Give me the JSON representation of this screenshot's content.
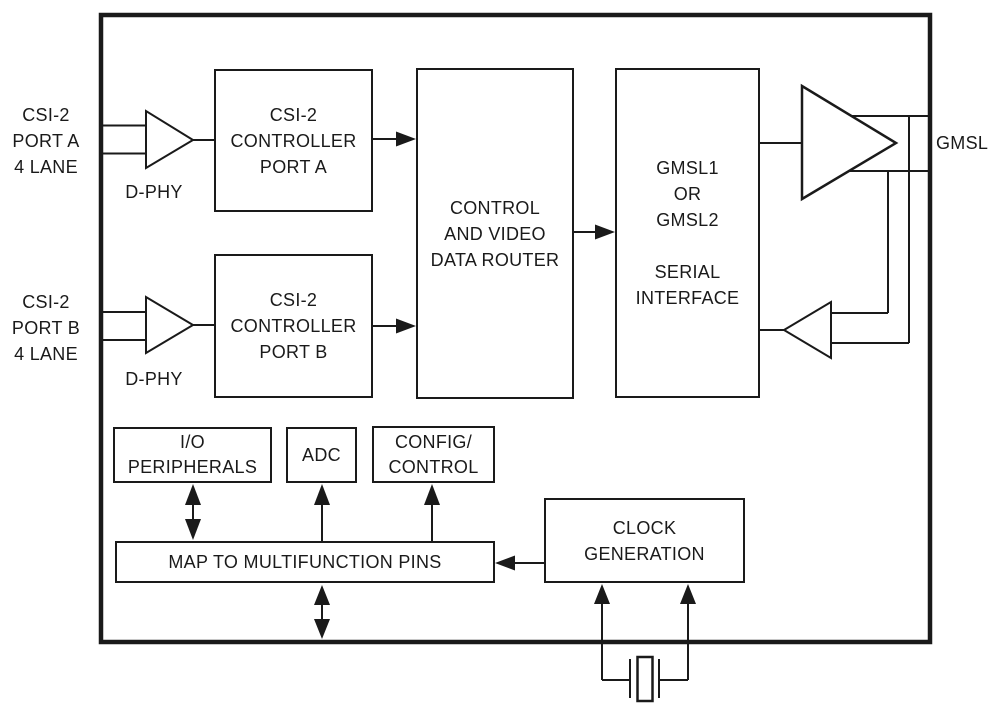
{
  "diagram": {
    "labels": {
      "port_a": "CSI-2\nPORT A\n4 LANE",
      "port_b": "CSI-2\nPORT B\n4 LANE",
      "dphy_a": "D-PHY",
      "dphy_b": "D-PHY",
      "gmsl": "GMSL"
    },
    "blocks": {
      "csi2_controller_a": "CSI-2\nCONTROLLER\nPORT A",
      "csi2_controller_b": "CSI-2\nCONTROLLER\nPORT B",
      "control_video_router": "CONTROL\nAND VIDEO\nDATA ROUTER",
      "gmsl_serial_interface": "GMSL1\nOR\nGMSL2\n\nSERIAL\nINTERFACE",
      "io_peripherals": "I/O\nPERIPHERALS",
      "adc": "ADC",
      "config_control": "CONFIG/\nCONTROL",
      "map_multifunction_pins": "MAP TO MULTIFUNCTION PINS",
      "clock_generation": "CLOCK\nGENERATION"
    },
    "colors": {
      "ink": "#1a1a1a",
      "background": "#ffffff"
    }
  }
}
